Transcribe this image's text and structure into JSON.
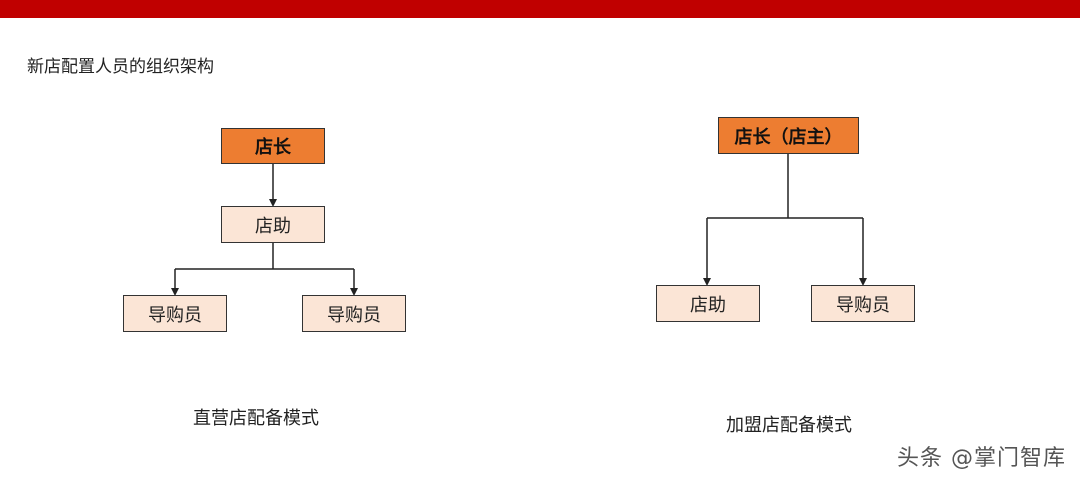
{
  "header": {
    "title": "新店配置人员的组织架构"
  },
  "colors": {
    "top_bar": "#c00000",
    "primary_box": "#ed7d31",
    "secondary_box": "#fbe5d6"
  },
  "left_chart": {
    "root": "店长",
    "middle": "店助",
    "leaves": [
      "导购员",
      "导购员"
    ],
    "caption": "直营店配备模式"
  },
  "right_chart": {
    "root": "店长（店主）",
    "leaves": [
      "店助",
      "导购员"
    ],
    "caption": "加盟店配备模式"
  },
  "watermark": "头条 @掌门智库"
}
